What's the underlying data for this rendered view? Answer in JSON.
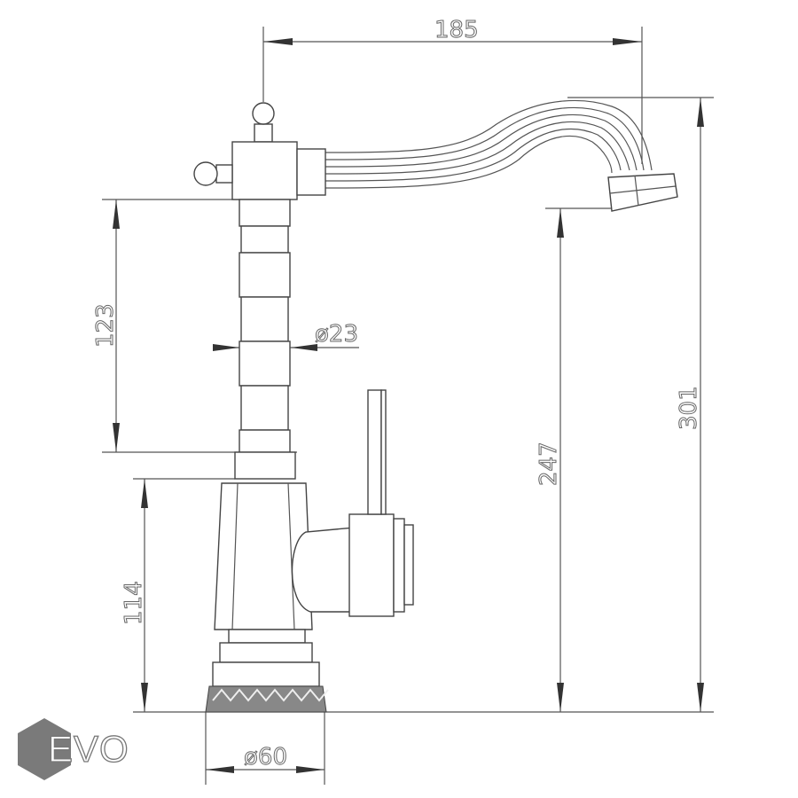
{
  "drawing": {
    "dimensions": {
      "spout_reach": "185",
      "column_height": "123",
      "column_diameter": "ø23",
      "total_height": "301",
      "spout_height": "247",
      "base_height": "114",
      "base_diameter": "ø60"
    }
  },
  "logo": {
    "text": "EVO"
  }
}
